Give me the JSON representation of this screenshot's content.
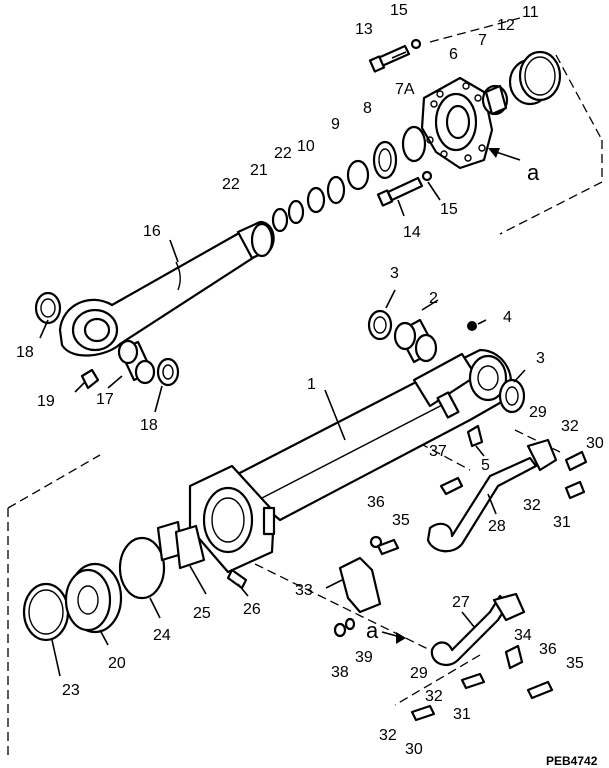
{
  "drawing_code": "PEB4742",
  "ref_letter": "a",
  "callouts": [
    {
      "id": "c1",
      "text": "1"
    },
    {
      "id": "c2",
      "text": "2"
    },
    {
      "id": "c3a",
      "text": "3"
    },
    {
      "id": "c3b",
      "text": "3"
    },
    {
      "id": "c4",
      "text": "4"
    },
    {
      "id": "c5",
      "text": "5"
    },
    {
      "id": "c6",
      "text": "6"
    },
    {
      "id": "c7",
      "text": "7"
    },
    {
      "id": "c7a",
      "text": "7A"
    },
    {
      "id": "c8",
      "text": "8"
    },
    {
      "id": "c9",
      "text": "9"
    },
    {
      "id": "c10",
      "text": "10"
    },
    {
      "id": "c11",
      "text": "11"
    },
    {
      "id": "c12",
      "text": "12"
    },
    {
      "id": "c13",
      "text": "13"
    },
    {
      "id": "c14",
      "text": "14"
    },
    {
      "id": "c15a",
      "text": "15"
    },
    {
      "id": "c15b",
      "text": "15"
    },
    {
      "id": "c16",
      "text": "16"
    },
    {
      "id": "c17",
      "text": "17"
    },
    {
      "id": "c18a",
      "text": "18"
    },
    {
      "id": "c18b",
      "text": "18"
    },
    {
      "id": "c19",
      "text": "19"
    },
    {
      "id": "c20",
      "text": "20"
    },
    {
      "id": "c21",
      "text": "21"
    },
    {
      "id": "c22a",
      "text": "22"
    },
    {
      "id": "c22b",
      "text": "22"
    },
    {
      "id": "c23",
      "text": "23"
    },
    {
      "id": "c24",
      "text": "24"
    },
    {
      "id": "c25",
      "text": "25"
    },
    {
      "id": "c26",
      "text": "26"
    },
    {
      "id": "c27",
      "text": "27"
    },
    {
      "id": "c28",
      "text": "28"
    },
    {
      "id": "c29a",
      "text": "29"
    },
    {
      "id": "c29b",
      "text": "29"
    },
    {
      "id": "c30a",
      "text": "30"
    },
    {
      "id": "c30b",
      "text": "30"
    },
    {
      "id": "c31a",
      "text": "31"
    },
    {
      "id": "c31b",
      "text": "31"
    },
    {
      "id": "c32a",
      "text": "32"
    },
    {
      "id": "c32b",
      "text": "32"
    },
    {
      "id": "c32c",
      "text": "32"
    },
    {
      "id": "c32d",
      "text": "32"
    },
    {
      "id": "c33",
      "text": "33"
    },
    {
      "id": "c34",
      "text": "34"
    },
    {
      "id": "c35a",
      "text": "35"
    },
    {
      "id": "c35b",
      "text": "35"
    },
    {
      "id": "c36a",
      "text": "36"
    },
    {
      "id": "c36b",
      "text": "36"
    },
    {
      "id": "c37",
      "text": "37"
    },
    {
      "id": "c38",
      "text": "38"
    },
    {
      "id": "c39",
      "text": "39"
    }
  ]
}
